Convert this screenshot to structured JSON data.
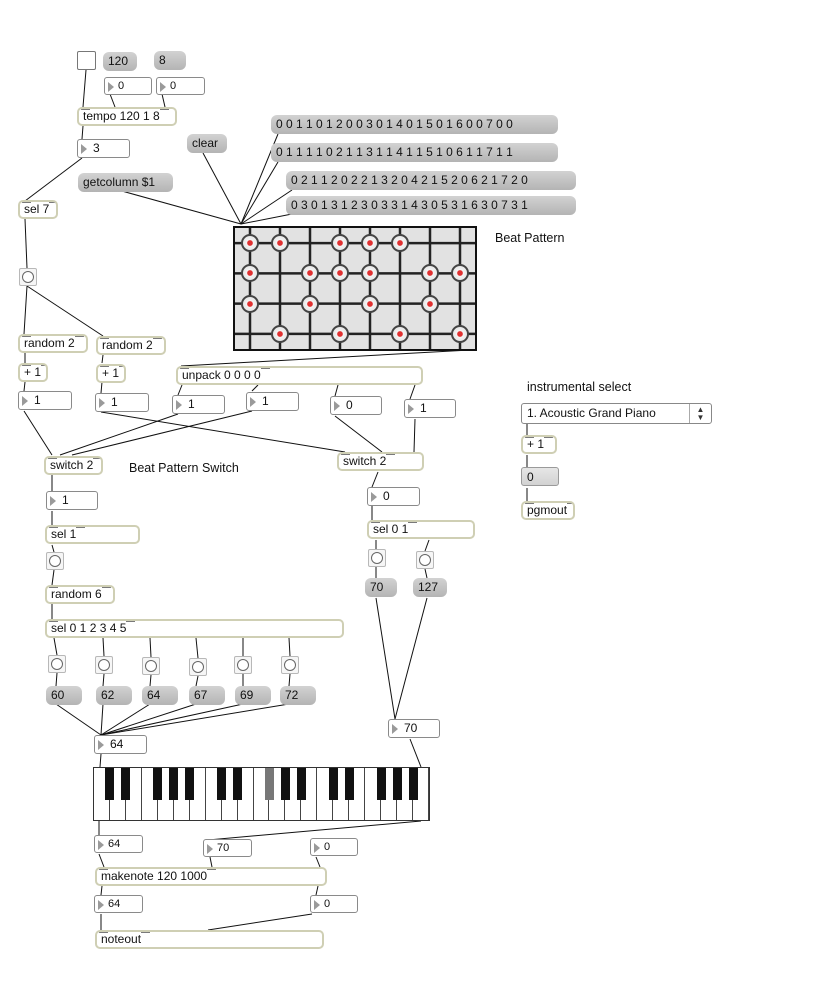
{
  "comments": {
    "beat_pattern": "Beat Pattern",
    "beat_pattern_switch": "Beat Pattern Switch",
    "instrumental_select": "instrumental select"
  },
  "messages": {
    "tempo_msg": "120",
    "div_msg": "8",
    "clear": "clear",
    "getcolumn": "getcolumn $1",
    "row1": "0 0 1 1 0 1 2 0 0 3 0 1 4 0 1 5 0 1 6 0 0 7 0 0",
    "row2": "0 1 1 1 1 0 2 1 1 3 1 1 4 1 1 5 1 0 6 1 1 7 1 1",
    "row3": "0 2 1 1 2 0 2 2 1 3 2 0 4 2 1 5 2 0 6 2 1 7 2 0",
    "row4": "0 3 0 1 3 1 2 3 0 3 3 1 4 3 0 5 3 1 6 3 0 7 3 1",
    "vel_low": "70",
    "vel_high": "127",
    "notes": [
      "60",
      "62",
      "64",
      "67",
      "69",
      "72"
    ]
  },
  "objects": {
    "tempo": "tempo 120 1 8",
    "sel7": "sel 7",
    "random2a": "random 2",
    "random2b": "random 2",
    "plus1a": "+ 1",
    "plus1b": "+ 1",
    "unpack": "unpack 0 0 0 0",
    "switch2a": "switch 2",
    "switch2b": "switch 2",
    "sel1": "sel 1",
    "sel01": "sel 0 1",
    "random6": "random 6",
    "sel012345": "sel 0 1 2 3 4 5",
    "plus1c": "+ 1",
    "pgmout": "pgmout",
    "makenote": "makenote 120 1000",
    "noteout": "noteout"
  },
  "numbers": {
    "tempo_in": "0",
    "div_in": "0",
    "tempo_out": "3",
    "rand_a": "1",
    "rand_b": "1",
    "unpack1": "1",
    "unpack2": "1",
    "unpack3": "0",
    "unpack4": "1",
    "switch_a_out": "1",
    "switch_b_out": "0",
    "note": "64",
    "velocity": "70",
    "pitch_in": "64",
    "vel_in": "70",
    "dur_in": "0",
    "mn_pitch": "64",
    "mn_vel": "0",
    "program": "0"
  },
  "menu": {
    "instrument": "1. Acoustic Grand Piano"
  },
  "matrix": {
    "columns": 8,
    "rows": 4,
    "cells": [
      [
        1,
        1,
        0,
        1,
        1,
        1,
        0,
        0
      ],
      [
        1,
        0,
        1,
        1,
        1,
        0,
        1,
        1
      ],
      [
        1,
        0,
        1,
        0,
        1,
        0,
        1,
        0
      ],
      [
        0,
        1,
        0,
        1,
        0,
        1,
        0,
        1
      ]
    ],
    "dot_color": "#e03030"
  },
  "keyboard": {
    "octaves": 3,
    "active_key": 64
  },
  "colors": {
    "object_border": "#cfcfb4",
    "message_fill": "#c4c4c4",
    "wire": "#111111"
  }
}
